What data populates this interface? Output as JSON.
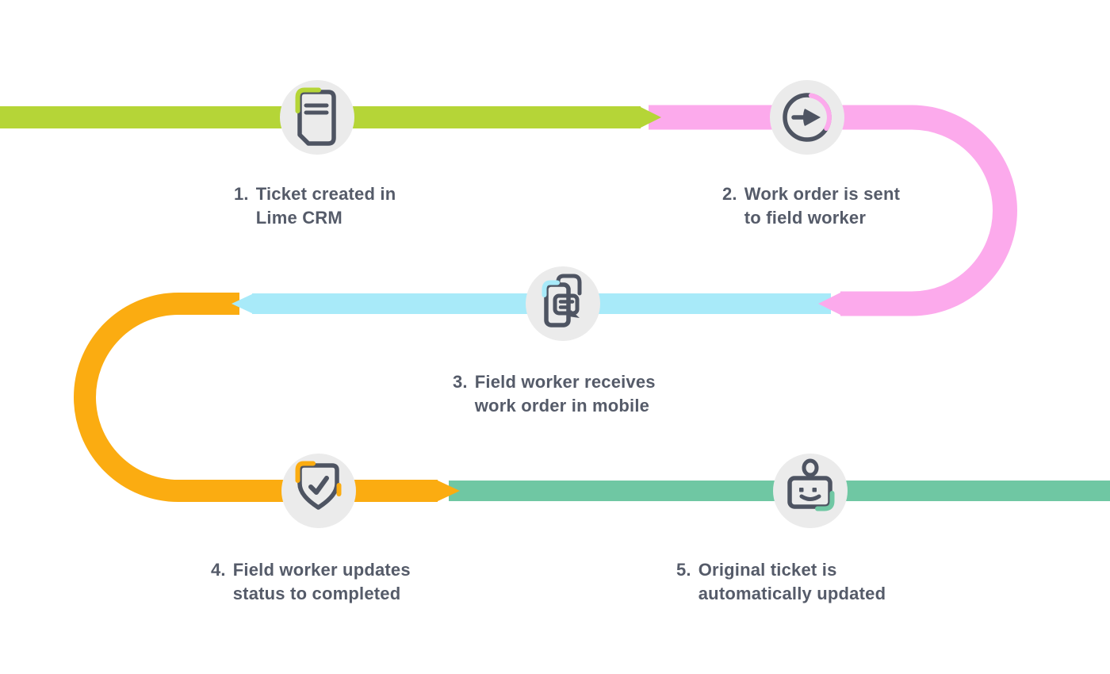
{
  "diagram": {
    "kind": "process-flow",
    "flow_order": "left-to-right, snaking down over three rows"
  },
  "colors": {
    "background": "#ffffff",
    "icon_circle": "#ebebeb",
    "icon_stroke": "#4e5462",
    "label_text": "#555b69"
  },
  "steps": [
    {
      "number": "1.",
      "line1": "Ticket created in",
      "line2": "Lime CRM",
      "icon": "note-icon",
      "color": "#b5d537"
    },
    {
      "number": "2.",
      "line1": "Work order is sent",
      "line2": "to field worker",
      "icon": "send-icon",
      "color": "#fcaaec"
    },
    {
      "number": "3.",
      "line1": "Field worker receives",
      "line2": "work order in mobile",
      "icon": "document-chat-icon",
      "color": "#a8eaf9"
    },
    {
      "number": "4.",
      "line1": "Field worker updates",
      "line2": "status to completed",
      "icon": "shield-check-icon",
      "color": "#fbac11"
    },
    {
      "number": "5.",
      "line1": "Original ticket is",
      "line2": "automatically updated",
      "icon": "robot-icon",
      "color": "#6fc7a3"
    }
  ]
}
